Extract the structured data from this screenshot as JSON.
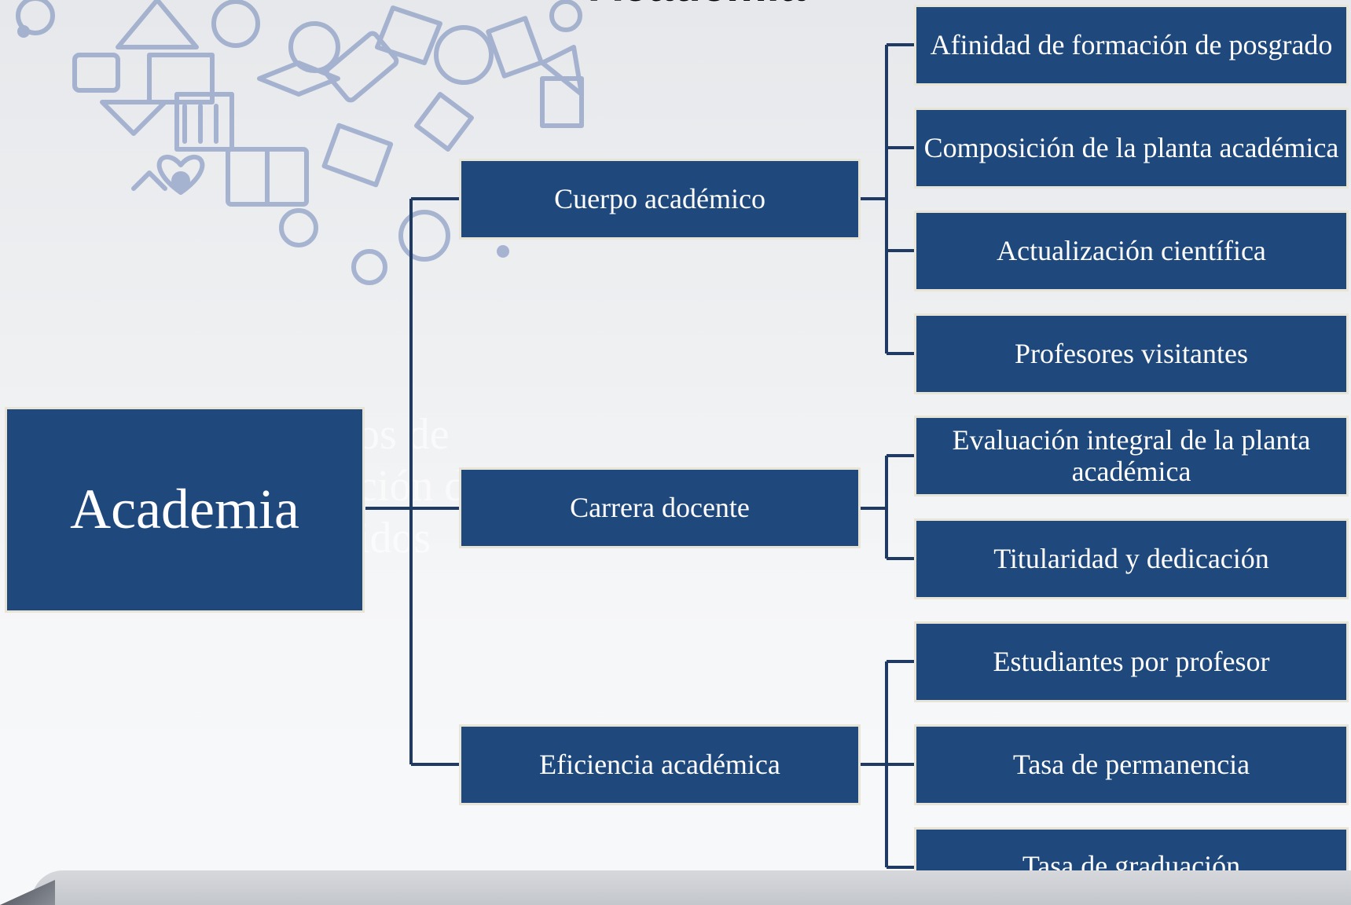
{
  "title": "Academia",
  "background": {
    "ghost_text": "os de\nción d\nidos"
  },
  "colors": {
    "box_fill": "#1f497d",
    "box_border": "#e8e4d6",
    "box_text": "#ffffff",
    "connector": "#1f3b63"
  },
  "root": {
    "label": "Academia"
  },
  "branches": [
    {
      "label": "Cuerpo académico",
      "children": [
        "Afinidad de formación de posgrado",
        "Composición de la planta académica",
        "Actualización científica",
        "Profesores visitantes"
      ]
    },
    {
      "label": "Carrera docente",
      "children": [
        "Evaluación integral de la planta académica",
        "Titularidad y dedicación"
      ]
    },
    {
      "label": "Eficiencia académica",
      "children": [
        "Estudiantes por profesor",
        "Tasa de permanencia",
        "Tasa de graduación"
      ]
    }
  ]
}
